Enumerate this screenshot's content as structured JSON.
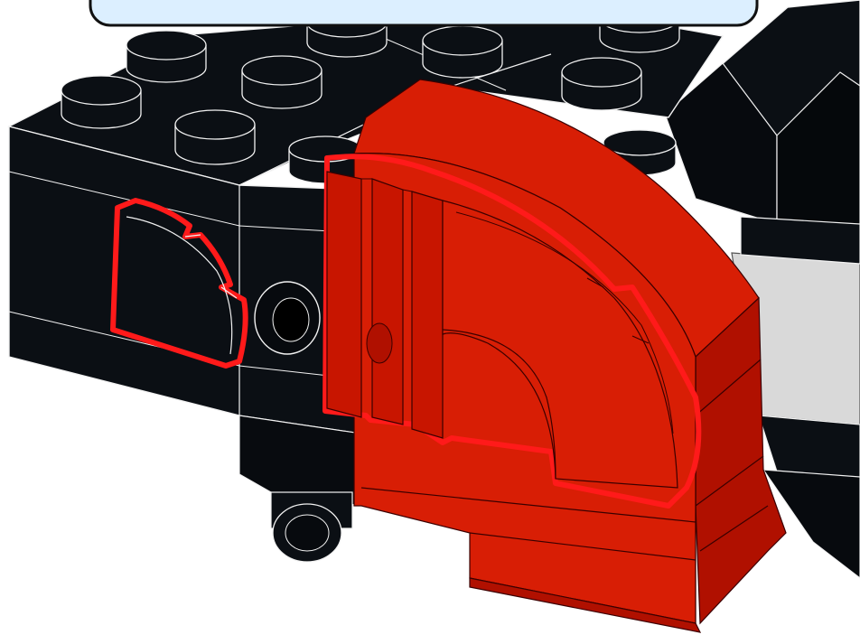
{
  "diagram": {
    "kind": "building-instruction-step",
    "callout": {
      "text": "",
      "fill": "#dcefff"
    },
    "colors": {
      "black_brick": "#0b0f14",
      "black_brick_dark": "#05080b",
      "black_edge": "#f2f2f2",
      "red_part": "#d81e05",
      "red_part_dark": "#b01000",
      "red_part_light": "#e83010",
      "red_edge": "#3a0000",
      "highlight": "#ff1a1a",
      "light_gray": "#d9d9d9"
    },
    "parts": [
      {
        "id": "black-base-assembly",
        "color": "black"
      },
      {
        "id": "red-curved-slope-part",
        "color": "red",
        "new_in_step": true
      },
      {
        "id": "black-quarter-tile-placement",
        "color": "black",
        "highlighted": true
      },
      {
        "id": "red-quarter-tile-placement",
        "color": "red",
        "highlighted": true
      },
      {
        "id": "gray-panel",
        "color": "light-gray"
      }
    ],
    "icons": [
      "callout-box",
      "brick-stud",
      "technic-pin-hole",
      "pin-stud"
    ]
  }
}
